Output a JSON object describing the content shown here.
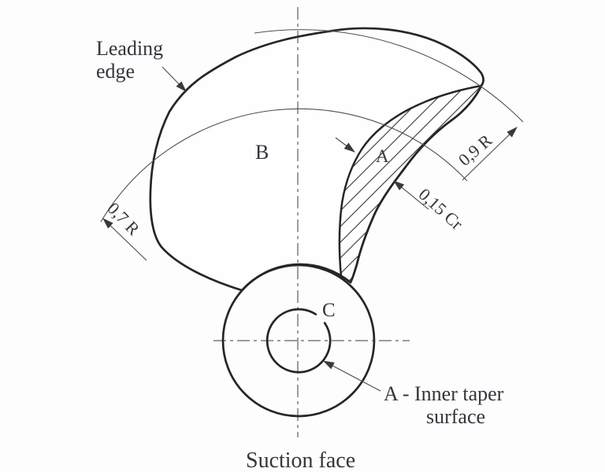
{
  "figure": {
    "type": "technical-diagram",
    "subject": "propeller blade suction face",
    "caption": "Suction face",
    "labels": {
      "leading_edge_line1": "Leading",
      "leading_edge_line2": "edge",
      "face": "B",
      "taper": "A",
      "hub": "C",
      "dim_inner_radius": "0,7 R",
      "dim_outer_radius": "0,9 R",
      "dim_taper_width": "0,15 Cr",
      "legend_line1": "A - Inner taper",
      "legend_line2": "surface"
    },
    "colors": {
      "background": "#fdfdfd",
      "outline": "#262626",
      "thin_line": "#4f4f4f",
      "text": "#35353d"
    }
  }
}
